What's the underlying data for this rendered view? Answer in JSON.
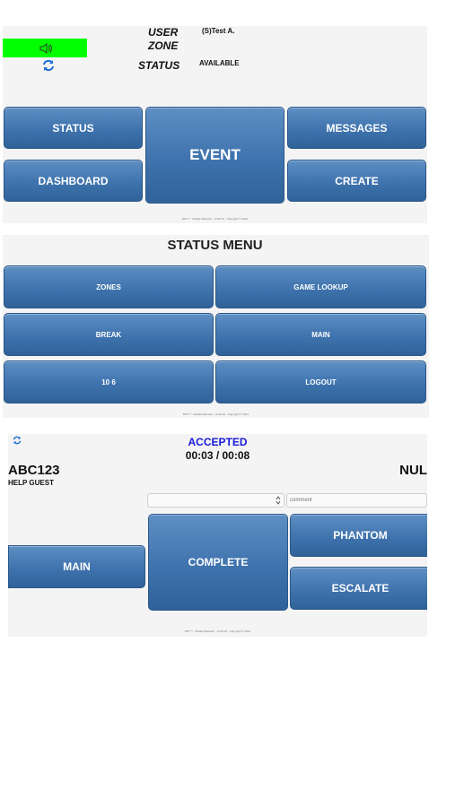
{
  "panel1": {
    "user_label": "USER",
    "user_value": "(S)Test A.",
    "zone_label": "ZONE",
    "status_label": "STATUS",
    "status_value": "AVAILABLE",
    "sound_icon": "speaker-icon",
    "refresh_icon": "refresh-icon",
    "accent_color": "#00ff00",
    "buttons": {
      "status": "STATUS",
      "dashboard": "DASHBOARD",
      "event": "EVENT",
      "messages": "MESSAGES",
      "create": "CREATE"
    },
    "footer": "RST™ · Mobile Dispatch · v2.60.01 · Copyright © 2021"
  },
  "panel2": {
    "title": "STATUS MENU",
    "buttons": {
      "zones": "ZONES",
      "game_lookup": "GAME LOOKUP",
      "break": "BREAK",
      "main": "MAIN",
      "ten_six": "10 6",
      "logout": "LOGOUT"
    },
    "footer": "RST™ · Mobile Dispatch · v2.60.01 · Copyright © 2021"
  },
  "panel3": {
    "refresh_icon": "refresh-icon",
    "status": "ACCEPTED",
    "status_color": "#1a1adb",
    "timer": "00:03 / 00:08",
    "event_id": "ABC123",
    "event_type": "HELP GUEST",
    "right_value": "NUL",
    "select_value": "",
    "input_placeholder": "comment",
    "buttons": {
      "main": "MAIN",
      "complete": "COMPLETE",
      "phantom": "PHANTOM",
      "escalate": "ESCALATE"
    },
    "footer": "RST™ · Mobile Dispatch · v2.60.01 · Copyright © 2021"
  }
}
